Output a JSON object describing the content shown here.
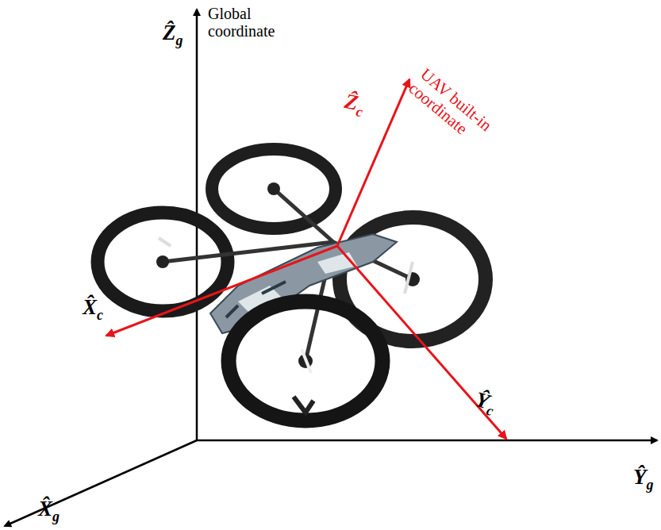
{
  "diagram": {
    "labels": [
      "Ẑg",
      "Global coordinate",
      "Ẑc",
      "UAV built-in coordinate",
      "X̂c",
      "Ŷc",
      "Ŷg",
      "X̂g"
    ]
  }
}
